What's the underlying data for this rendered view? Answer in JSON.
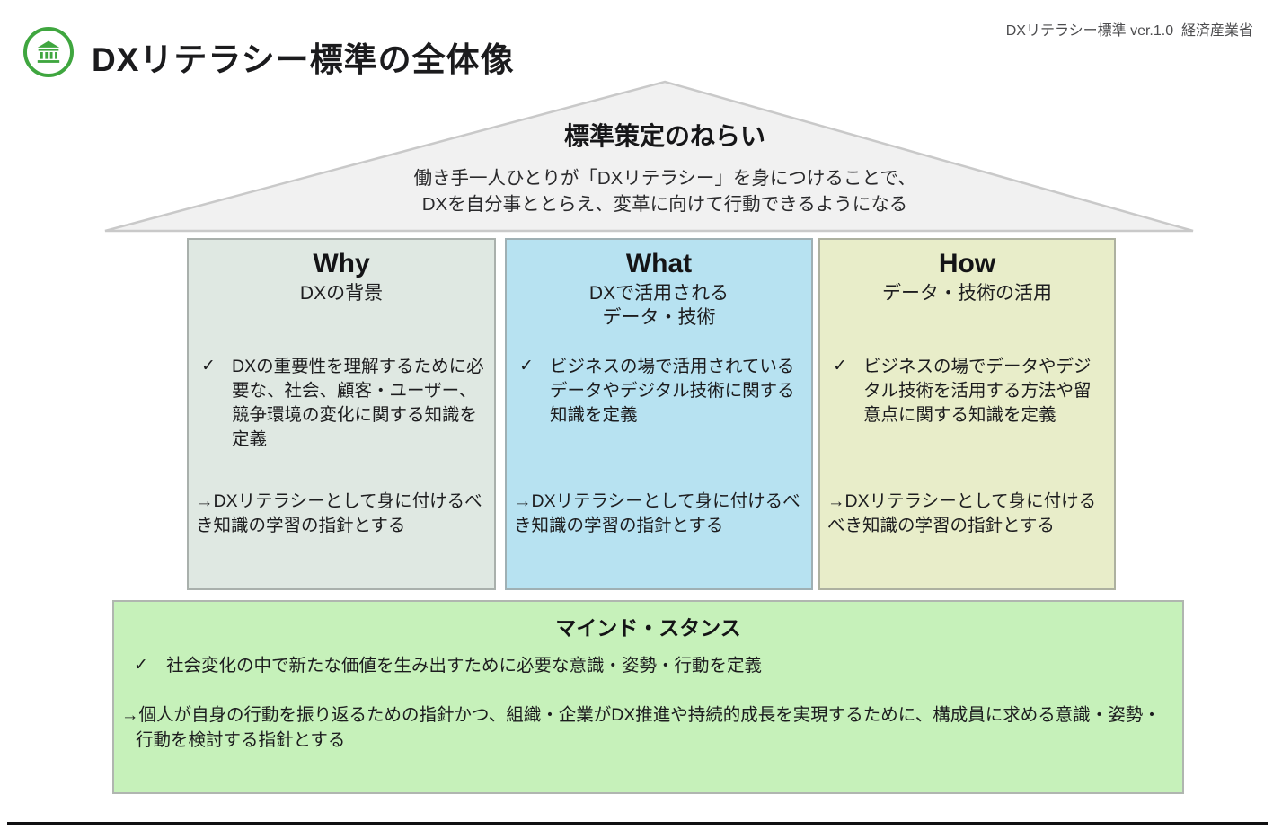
{
  "palette": {
    "accent-green": "#3fa63f",
    "why-bg": "#dfe8e2",
    "what-bg": "#b7e2f1",
    "how-bg": "#e8edc9",
    "mind-bg": "#c6f1ba",
    "roof-fill": "#f1f1f1",
    "roof-stroke": "#c9c9c9"
  },
  "header": {
    "logo_icon": "bank-building-icon",
    "title": "DXリテラシー標準の全体像",
    "meta": "DXリテラシー標準 ver.1.0  経済産業省"
  },
  "roof": {
    "title": "標準策定のねらい",
    "line1": "働き手一人ひとりが「DXリテラシー」を身につけることで、",
    "line2": "DXを自分事ととらえ、変革に向けて行動できるようになる"
  },
  "pillars": [
    {
      "title": "Why",
      "subtitle": "DXの背景",
      "check": "✓",
      "bullet": "DXの重要性を理解するために必要な、社会、顧客・ユーザー、競争環境の変化に関する知識を定義",
      "arrow": "→DXリテラシーとして身に付けるべき知識の学習の指針とする"
    },
    {
      "title": "What",
      "subtitle": "DXで活用される\nデータ・技術",
      "check": "✓",
      "bullet": "ビジネスの場で活用されているデータやデジタル技術に関する知識を定義",
      "arrow": "→DXリテラシーとして身に付けるべき知識の学習の指針とする"
    },
    {
      "title": "How",
      "subtitle": "データ・技術の活用",
      "check": "✓",
      "bullet": "ビジネスの場でデータやデジタル技術を活用する方法や留意点に関する知識を定義",
      "arrow": "→DXリテラシーとして身に付けるべき知識の学習の指針とする"
    }
  ],
  "mind": {
    "title": "マインド・スタンス",
    "check": "✓",
    "bullet": "社会変化の中で新たな価値を生み出すために必要な意識・姿勢・行動を定義",
    "arrow": "→個人が自身の行動を振り返るための指針かつ、組織・企業がDX推進や持続的成長を実現するために、構成員に求める意識・姿勢・行動を検討する指針とする"
  }
}
